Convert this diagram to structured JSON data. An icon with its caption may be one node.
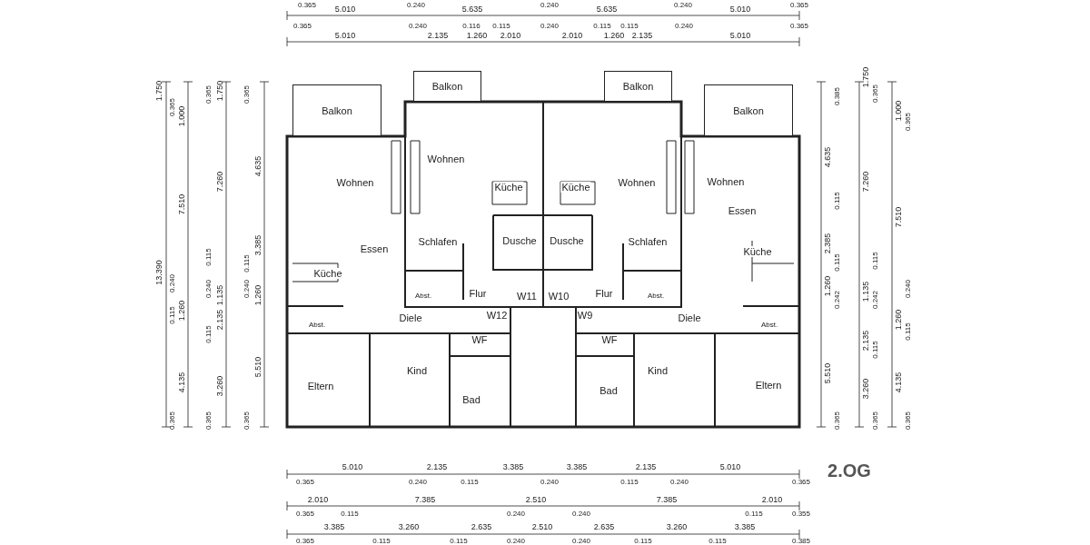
{
  "diagram": {
    "nodes": [
      {
        "text": [
          "Balkon"
        ]
      },
      {
        "text": [
          "Balkon"
        ]
      },
      {
        "text": [
          "Balkon"
        ]
      },
      {
        "text": [
          "Balkon"
        ]
      },
      {
        "text": [
          "Wohnen"
        ]
      },
      {
        "text": [
          "Wohnen"
        ]
      },
      {
        "text": [
          "Küche"
        ]
      },
      {
        "text": [
          "Küche"
        ]
      },
      {
        "text": [
          "Wohnen"
        ]
      },
      {
        "text": [
          "Wohnen"
        ]
      },
      {
        "text": [
          "Essen"
        ]
      },
      {
        "text": [
          "Küche"
        ]
      },
      {
        "text": [
          "Essen"
        ]
      },
      {
        "text": [
          "Schlafen"
        ]
      },
      {
        "text": [
          "Dusche"
        ]
      },
      {
        "text": [
          "Dusche"
        ]
      },
      {
        "text": [
          "Schlafen"
        ]
      },
      {
        "text": [
          "Küche"
        ]
      },
      {
        "text": [
          "Abst."
        ]
      },
      {
        "text": [
          "Flur"
        ]
      },
      {
        "text": [
          "Flur"
        ]
      },
      {
        "text": [
          "Abst."
        ]
      },
      {
        "text": [
          "Abst."
        ]
      },
      {
        "text": [
          "Diele"
        ]
      },
      {
        "text": [
          "Diele"
        ]
      },
      {
        "text": [
          "Abst."
        ]
      },
      {
        "text": [
          "WF"
        ]
      },
      {
        "text": [
          "WF"
        ]
      },
      {
        "text": [
          "Eltern"
        ]
      },
      {
        "text": [
          "Kind"
        ]
      },
      {
        "text": [
          "Bad"
        ]
      },
      {
        "text": [
          "Bad"
        ]
      },
      {
        "text": [
          "Kind"
        ]
      },
      {
        "text": [
          "Eltern"
        ]
      }
    ],
    "labels": [
      "0.365",
      "5.010",
      "0.240",
      "5.635",
      "0.240",
      "5.635",
      "0.240",
      "5.010",
      "0.365",
      "0.365",
      "5.010",
      "0.240",
      "2.135",
      "0.116",
      "1.260",
      "0.115",
      "2.010",
      "0.240",
      "2.010",
      "0.115",
      "1.260",
      "0.115",
      "2.135",
      "0.240",
      "5.010",
      "0.365",
      "1.750",
      "13.390",
      "0.365",
      "1.000",
      "7.510",
      "0.240",
      "0.115",
      "1.260",
      "4.135",
      "0.365",
      "0.365",
      "1.750",
      "7.260",
      "0.115",
      "0.240",
      "1.135",
      "0.115",
      "2.135",
      "3.260",
      "0.365",
      "0.365",
      "4.635",
      "3.385",
      "0.115",
      "0.240",
      "1.260",
      "5.510",
      "0.365",
      "W11",
      "W10",
      "W12",
      "W9",
      "0.385",
      "4.635",
      "0.115",
      "2.385",
      "0.115",
      "1.260",
      "0.242",
      "5.510",
      "0.365",
      "1.750",
      "0.365",
      "7.260",
      "0.115",
      "1.135",
      "0.242",
      "2.135",
      "0.115",
      "3.260",
      "0.365",
      "1.000",
      "0.365",
      "7.510",
      "0.240",
      "1.260",
      "0.115",
      "4.135",
      "0.365",
      "5.010",
      "2.135",
      "3.385",
      "3.385",
      "2.135",
      "5.010",
      "0.365",
      "0.240",
      "0.115",
      "0.240",
      "0.115",
      "0.240",
      "0.365",
      "2.010",
      "7.385",
      "2.510",
      "7.385",
      "2.010",
      "0.365",
      "0.115",
      "0.240",
      "0.240",
      "0.115",
      "0.355",
      "3.385",
      "3.260",
      "2.635",
      "2.510",
      "2.635",
      "3.260",
      "3.385",
      "0.365",
      "0.115",
      "0.115",
      "0.240",
      "0.240",
      "0.115",
      "0.115",
      "0.385",
      "2.OG"
    ]
  }
}
